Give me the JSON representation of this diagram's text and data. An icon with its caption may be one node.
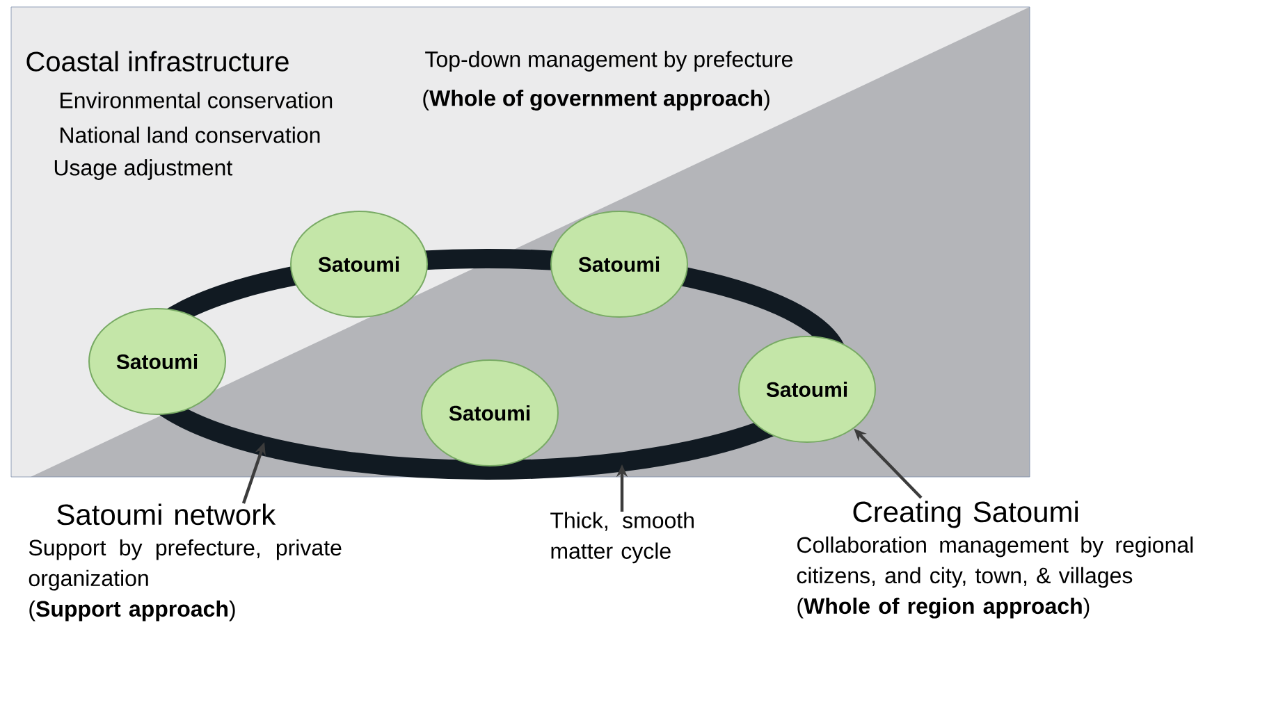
{
  "diagram": {
    "nodes": [
      {
        "text": [
          "Satoumi"
        ]
      },
      {
        "text": [
          "Satoumi"
        ]
      },
      {
        "text": [
          "Satoumi"
        ]
      },
      {
        "text": [
          "Satoumi"
        ]
      },
      {
        "text": [
          "Satoumi"
        ]
      },
      {
        "text": [
          "Satoumi network",
          "Support by prefecture, private organization",
          "(**Support approach**)"
        ]
      },
      {
        "text": [
          "Thick, smooth matter cycle"
        ]
      },
      {
        "text": [
          "Creating Satoumi",
          "Collaboration management by regional citizens, and city, town, & villages",
          "(**Whole of region approach**)"
        ]
      }
    ],
    "edges": [
      {
        "from": 5,
        "to": null,
        "arrow": "to"
      },
      {
        "from": 6,
        "to": null,
        "arrow": "to"
      },
      {
        "from": 7,
        "to": 3,
        "arrow": "to"
      }
    ],
    "labels": [
      "Coastal infrastructure",
      "Environmental conservation",
      "National land conservation",
      "Usage adjustment",
      "Top-down management by prefecture",
      "(**Whole of government approach**)"
    ]
  }
}
